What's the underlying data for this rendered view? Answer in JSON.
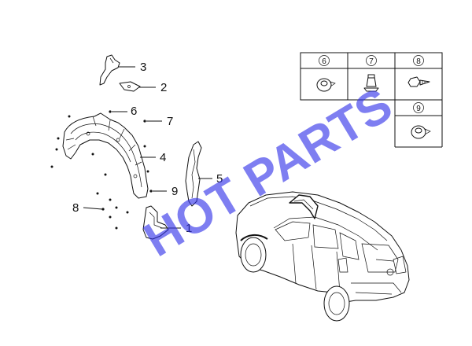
{
  "callouts": {
    "c1": "1",
    "c2": "2",
    "c3": "3",
    "c4": "4",
    "c5": "5",
    "c6": "6",
    "c7": "7",
    "c8": "8",
    "c9": "9"
  },
  "fastener_table": {
    "cells": [
      {
        "number": "6",
        "icon": "push-clip-icon"
      },
      {
        "number": "7",
        "icon": "nut-clip-icon"
      },
      {
        "number": "8",
        "icon": "screw-icon"
      },
      {
        "number": "9",
        "icon": "retainer-clip-icon"
      }
    ]
  },
  "watermark": {
    "text": "HOT PARTS",
    "color": "#2f2fe8"
  }
}
